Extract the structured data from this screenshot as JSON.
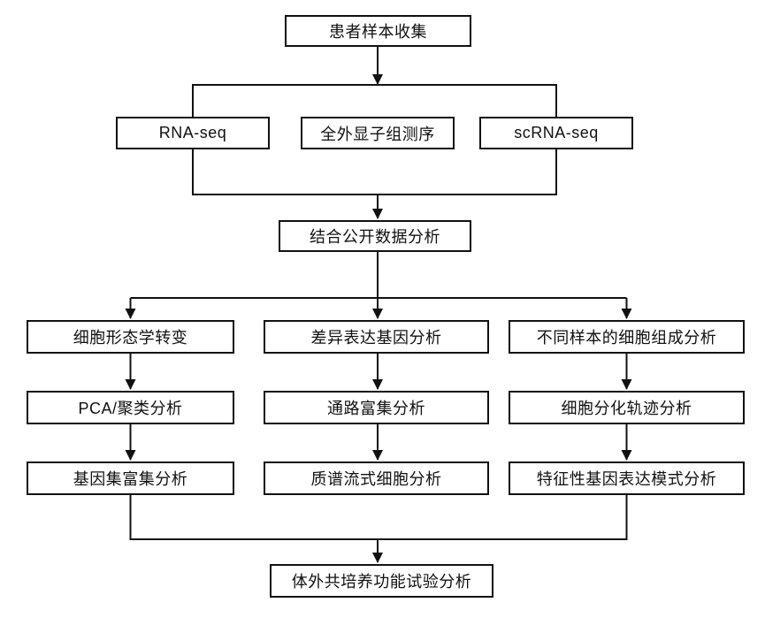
{
  "diagram": {
    "type": "flowchart",
    "colors": {
      "background": "#ffffff",
      "box_border": "#111111",
      "line": "#111111",
      "text": "#111111"
    },
    "nodes": {
      "patient_sample": "患者样本收集",
      "rna_seq": "RNA-seq",
      "wes": "全外显子组测序",
      "scrna_seq": "scRNA-seq",
      "public_data": "结合公开数据分析",
      "morphology": "细胞形态学转变",
      "deg": "差异表达基因分析",
      "composition": "不同样本的细胞组成分析",
      "pca_cluster": "PCA/聚类分析",
      "pathway": "通路富集分析",
      "trajectory": "细胞分化轨迹分析",
      "gsea": "基因集富集分析",
      "cytof": "质谱流式细胞分析",
      "signature": "特征性基因表达模式分析",
      "coculture": "体外共培养功能试验分析"
    },
    "edges": [
      {
        "from": "patient_sample",
        "to": "rna_seq"
      },
      {
        "from": "patient_sample",
        "to": "wes"
      },
      {
        "from": "patient_sample",
        "to": "scrna_seq"
      },
      {
        "from": "rna_seq",
        "to": "public_data"
      },
      {
        "from": "wes",
        "to": "public_data"
      },
      {
        "from": "scrna_seq",
        "to": "public_data"
      },
      {
        "from": "public_data",
        "to": "morphology"
      },
      {
        "from": "public_data",
        "to": "deg"
      },
      {
        "from": "public_data",
        "to": "composition"
      },
      {
        "from": "morphology",
        "to": "pca_cluster"
      },
      {
        "from": "pca_cluster",
        "to": "gsea"
      },
      {
        "from": "deg",
        "to": "pathway"
      },
      {
        "from": "pathway",
        "to": "cytof"
      },
      {
        "from": "composition",
        "to": "trajectory"
      },
      {
        "from": "trajectory",
        "to": "signature"
      },
      {
        "from": "gsea",
        "to": "coculture"
      },
      {
        "from": "cytof",
        "to": "coculture"
      },
      {
        "from": "signature",
        "to": "coculture"
      }
    ]
  }
}
